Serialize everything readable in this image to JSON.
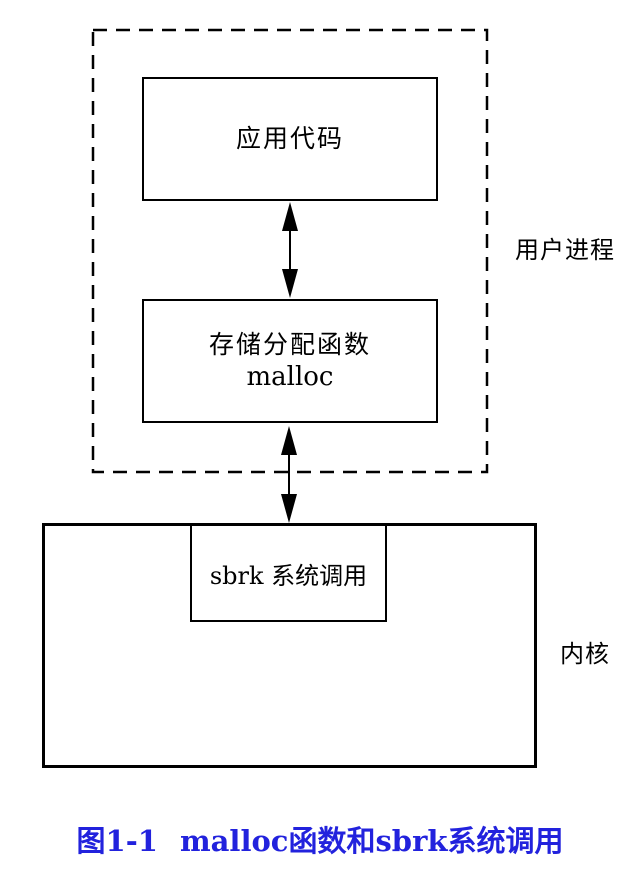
{
  "figure": {
    "boxes": {
      "app_code": "应用代码",
      "alloc_line1": "存储分配函数",
      "alloc_line2": "malloc",
      "sbrk": "sbrk 系统调用"
    },
    "labels": {
      "user_process": "用户进程",
      "kernel": "内核"
    }
  },
  "caption": {
    "figure_label": "图1-1",
    "title": "malloc函数和sbrk系统调用",
    "color": "#2222DD"
  },
  "colors": {
    "line": "#000000",
    "background": "#FFFFFF"
  }
}
